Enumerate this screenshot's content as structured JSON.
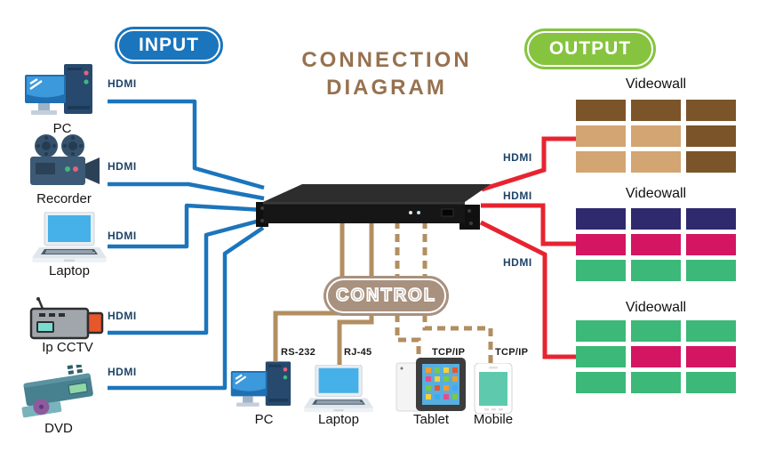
{
  "title": {
    "line1": "CONNECTION",
    "line2": "DIAGRAM"
  },
  "badges": {
    "input": "INPUT",
    "output": "OUTPUT",
    "control": "CONTROL"
  },
  "inputs": [
    {
      "name": "PC",
      "cable": "HDMI"
    },
    {
      "name": "Recorder",
      "cable": "HDMI"
    },
    {
      "name": "Laptop",
      "cable": "HDMI"
    },
    {
      "name": "Ip CCTV",
      "cable": "HDMI"
    },
    {
      "name": "DVD",
      "cable": "HDMI"
    }
  ],
  "outputs": [
    {
      "name": "Videowall",
      "cable": "HDMI",
      "grid": [
        [
          "brown",
          "brown",
          "brown"
        ],
        [
          "tan",
          "tan",
          "brown"
        ],
        [
          "tan",
          "tan",
          "brown"
        ]
      ]
    },
    {
      "name": "Videowall",
      "cable": "HDMI",
      "grid": [
        [
          "navy",
          "navy",
          "navy"
        ],
        [
          "pink",
          "pink",
          "pink"
        ],
        [
          "green",
          "green",
          "green"
        ]
      ]
    },
    {
      "name": "Videowall",
      "cable": "HDMI",
      "grid": [
        [
          "green",
          "green",
          "green"
        ],
        [
          "green",
          "pink",
          "pink"
        ],
        [
          "green",
          "green",
          "green"
        ]
      ]
    }
  ],
  "control": {
    "devices": [
      {
        "name": "PC",
        "cable": "RS-232",
        "line": "solid"
      },
      {
        "name": "Laptop",
        "cable": "RJ-45",
        "line": "solid"
      },
      {
        "name": "Tablet",
        "cable": "TCP/IP",
        "line": "dashed"
      },
      {
        "name": "Mobile",
        "cable": "TCP/IP",
        "line": "dashed"
      }
    ]
  },
  "colors": {
    "input_line": "#1b75bc",
    "output_line": "#e82330",
    "control_line": "#b28e60",
    "input_badge": "#1b75bc",
    "output_badge": "#86c440",
    "control_badge": "#a8917e",
    "hdmi_text": "#1d4366",
    "title_text": "#97714f",
    "palette": {
      "brown": "#7b5429",
      "tan": "#d2a572",
      "navy": "#2f2a6e",
      "pink": "#d31562",
      "green": "#3cb878"
    }
  }
}
